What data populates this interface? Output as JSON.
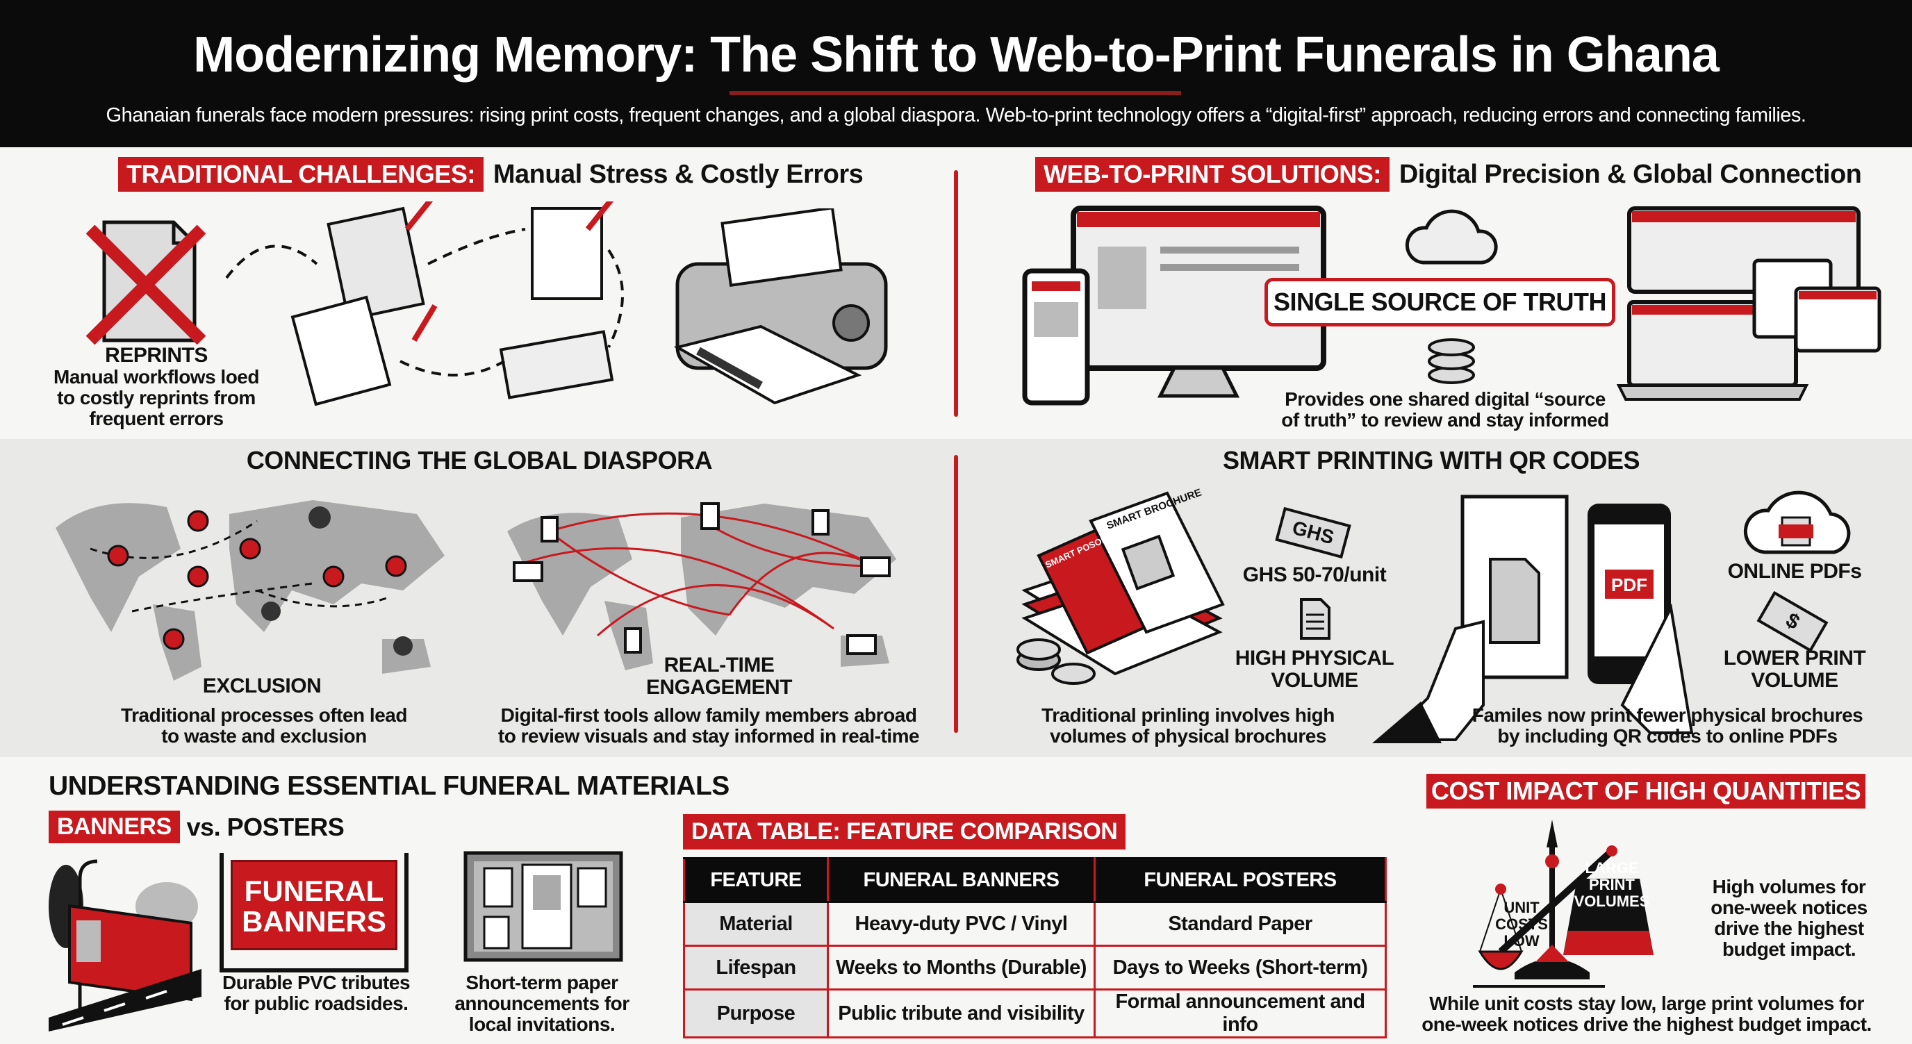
{
  "header": {
    "title": "Modernizing Memory: The Shift to Web-to-Print Funerals in Ghana",
    "subtitle": "Ghanaian funerals face modern pressures: rising print costs, frequent changes, and a global diaspora. Web-to-print technology offers a “digital-first” approach, reducing errors and connecting families."
  },
  "colors": {
    "accent": "#c8191f",
    "dark": "#0b0b0b",
    "band": "#e9e9e7"
  },
  "challenges": {
    "tag": "TRADITIONAL CHALLENGES:",
    "title": "Manual Stress & Costly Errors",
    "label": "REPRINTS",
    "caption": [
      "Manual workflows loed",
      "to costly reprints from",
      "frequent errors"
    ]
  },
  "solutions": {
    "tag": "WEB-TO-PRINT SOLUTIONS:",
    "title": "Digital Precision & Global Connection",
    "badge": "SINGLE SOURCE OF TRUTH",
    "caption": [
      "Provides one shared digital “source",
      "of truth” to review and stay informed"
    ]
  },
  "diaspora": {
    "title": "CONNECTING THE GLOBAL DIASPORA",
    "left": {
      "label": "EXCLUSION",
      "caption": [
        "Traditional processes often lead",
        "to waste and exclusion"
      ]
    },
    "right": {
      "label": [
        "REAL-TIME",
        "ENGAGEMENT"
      ],
      "caption": [
        "Digital-first tools allow family members abroad",
        "to review visuals and stay informed in real-time"
      ]
    }
  },
  "qr": {
    "title": "SMART PRINTING WITH QR CODES",
    "price_tag": "GHS",
    "price": "GHS 50-70/unit",
    "high_volume": [
      "HIGH PHYSICAL",
      "VOLUME"
    ],
    "left_caption": [
      "Traditional prinling involves high",
      "volumes of physical brochures"
    ],
    "brochure_labels": [
      "SMART BROCHURE",
      "SMART POSOLUR"
    ],
    "pdf_label": "PDF",
    "online": "ONLINE PDFs",
    "price_symbol": "$",
    "lower": [
      "LOWER PRINT",
      "VOLUME"
    ],
    "right_caption": [
      "Familes now print fewer physical brochures",
      "by including QR codes to online PDFs"
    ]
  },
  "materials": {
    "title": "UNDERSTANDING ESSENTIAL FUNERAL MATERIALS",
    "banners_tag": "BANNERS",
    "vs": "vs. POSTERS",
    "banner_sign": [
      "FUNERAL",
      "BANNERS"
    ],
    "banner_caption": [
      "Durable PVC tributes",
      "for public roadsides."
    ],
    "poster_caption": [
      "Short-term paper",
      "announcements for",
      "local invitations."
    ]
  },
  "table": {
    "title": "DATA TABLE: FEATURE COMPARISON",
    "headers": [
      "FEATURE",
      "FUNERAL BANNERS",
      "FUNERAL POSTERS"
    ],
    "rows": [
      [
        "Material",
        "Heavy-duty PVC / Vinyl",
        "Standard Paper"
      ],
      [
        "Lifespan",
        "Weeks to Months (Durable)",
        "Days to Weeks (Short-term)"
      ],
      [
        "Purpose",
        "Public tribute and visibility",
        "Formal announcement and info"
      ]
    ]
  },
  "cost": {
    "title": "COST IMPACT OF HIGH QUANTITIES",
    "left_pan": [
      "UNIT",
      "COSTS",
      "LOW"
    ],
    "weight": [
      "LARGE",
      "PRINT",
      "VOLUMES"
    ],
    "side": [
      "High volumes for",
      "one-week notices",
      "drive the highest",
      "budget impact."
    ],
    "caption": [
      "While unit costs stay low, large print volumes for",
      "one-week notices drive the highest budget impact."
    ]
  }
}
